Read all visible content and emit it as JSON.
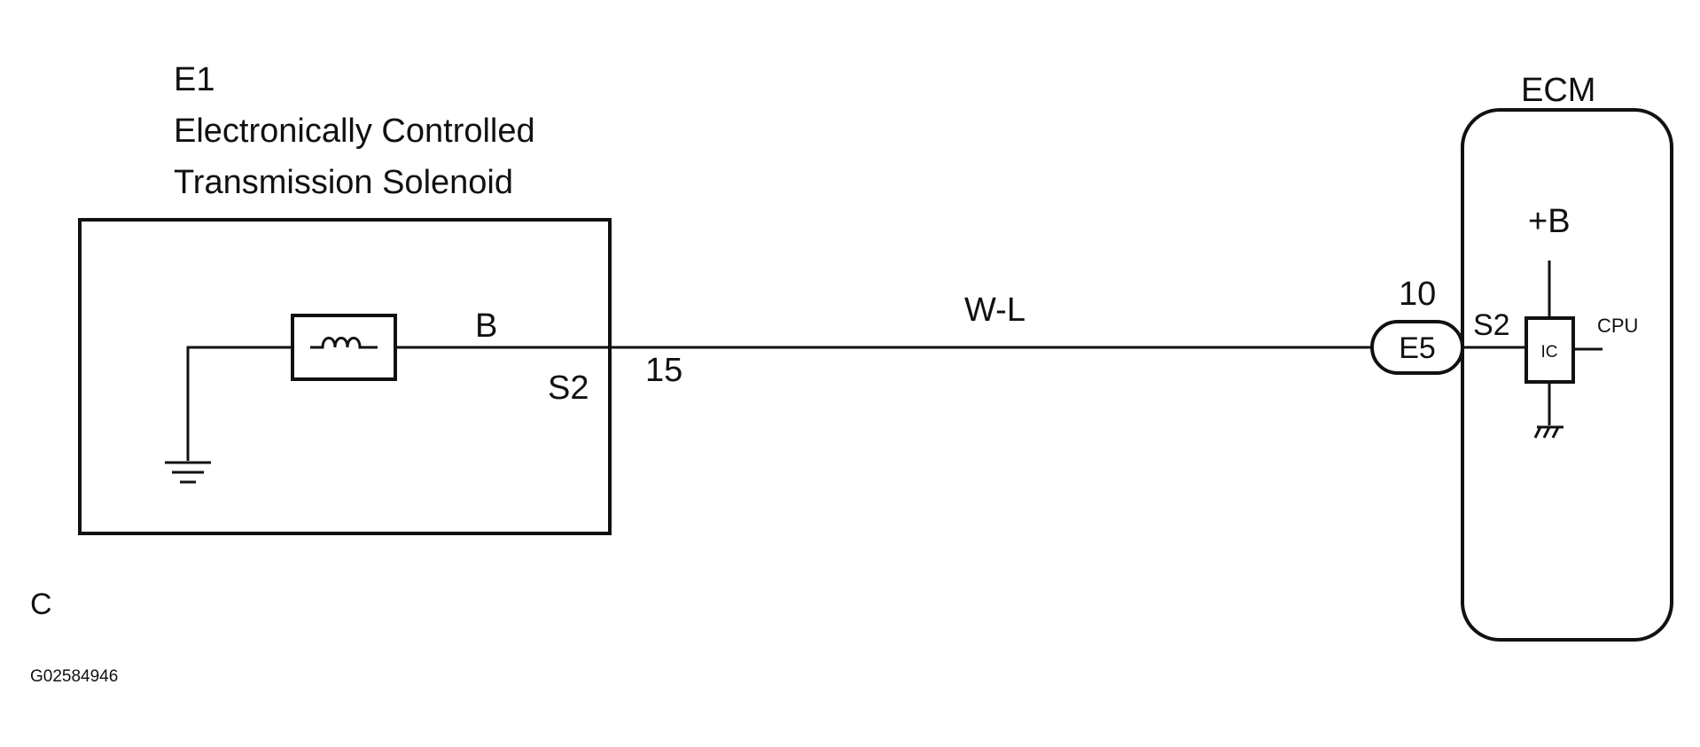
{
  "component": {
    "code": "E1",
    "name_line1": "Electronically Controlled",
    "name_line2": "Transmission Solenoid",
    "wire_color_inside": "B",
    "terminal_name": "S2",
    "pin_number": "15"
  },
  "wire": {
    "color_code": "W-L"
  },
  "connector": {
    "code": "E5",
    "pin_number": "10"
  },
  "ecm": {
    "title": "ECM",
    "terminal_name": "S2",
    "power_label": "+B",
    "ic_label": "IC",
    "cpu_label": "CPU"
  },
  "footer": {
    "letter": "C",
    "figure_id": "G02584946"
  },
  "icons": {
    "solenoid": "coil-icon",
    "ground": "ground-icon",
    "chassis_ground": "chassis-ground-icon"
  }
}
